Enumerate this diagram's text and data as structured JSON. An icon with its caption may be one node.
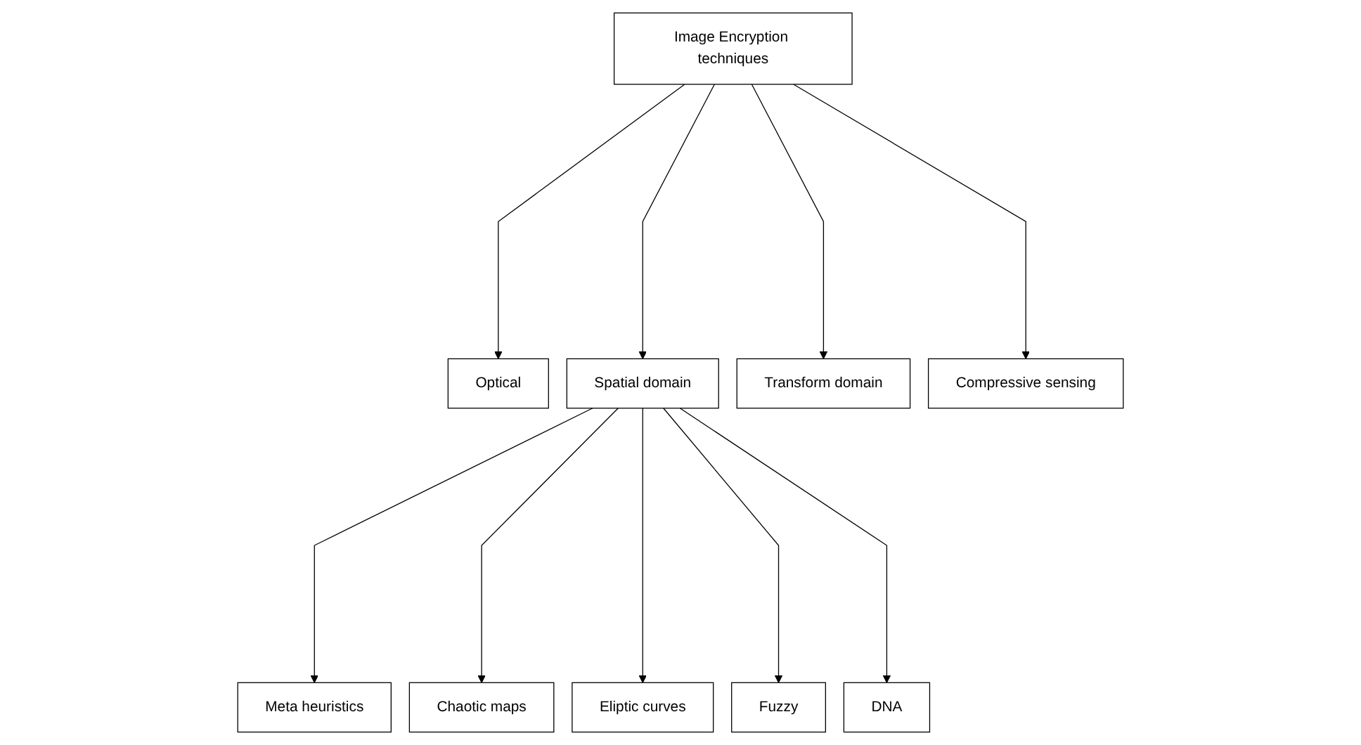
{
  "diagram": {
    "nodes": [
      {
        "text": [
          "Image Encryption techniques"
        ]
      },
      {
        "text": [
          "Optical"
        ]
      },
      {
        "text": [
          "Spatial domain"
        ]
      },
      {
        "text": [
          "Transform domain"
        ]
      },
      {
        "text": [
          "Compressive sensing"
        ]
      },
      {
        "text": [
          "Meta heuristics"
        ]
      },
      {
        "text": [
          "Chaotic maps"
        ]
      },
      {
        "text": [
          "Eliptic curves"
        ]
      },
      {
        "text": [
          "Fuzzy"
        ]
      },
      {
        "text": [
          "DNA"
        ]
      }
    ],
    "edges": [
      {
        "from": 0,
        "to": 1,
        "arrow": "to"
      },
      {
        "from": 0,
        "to": 2,
        "arrow": "to"
      },
      {
        "from": 0,
        "to": 3,
        "arrow": "to"
      },
      {
        "from": 0,
        "to": 4,
        "arrow": "to"
      },
      {
        "from": 2,
        "to": 5,
        "arrow": "to"
      },
      {
        "from": 2,
        "to": 6,
        "arrow": "to"
      },
      {
        "from": 2,
        "to": 7,
        "arrow": "to"
      },
      {
        "from": 2,
        "to": 8,
        "arrow": "to"
      },
      {
        "from": 2,
        "to": 9,
        "arrow": "to"
      }
    ]
  }
}
